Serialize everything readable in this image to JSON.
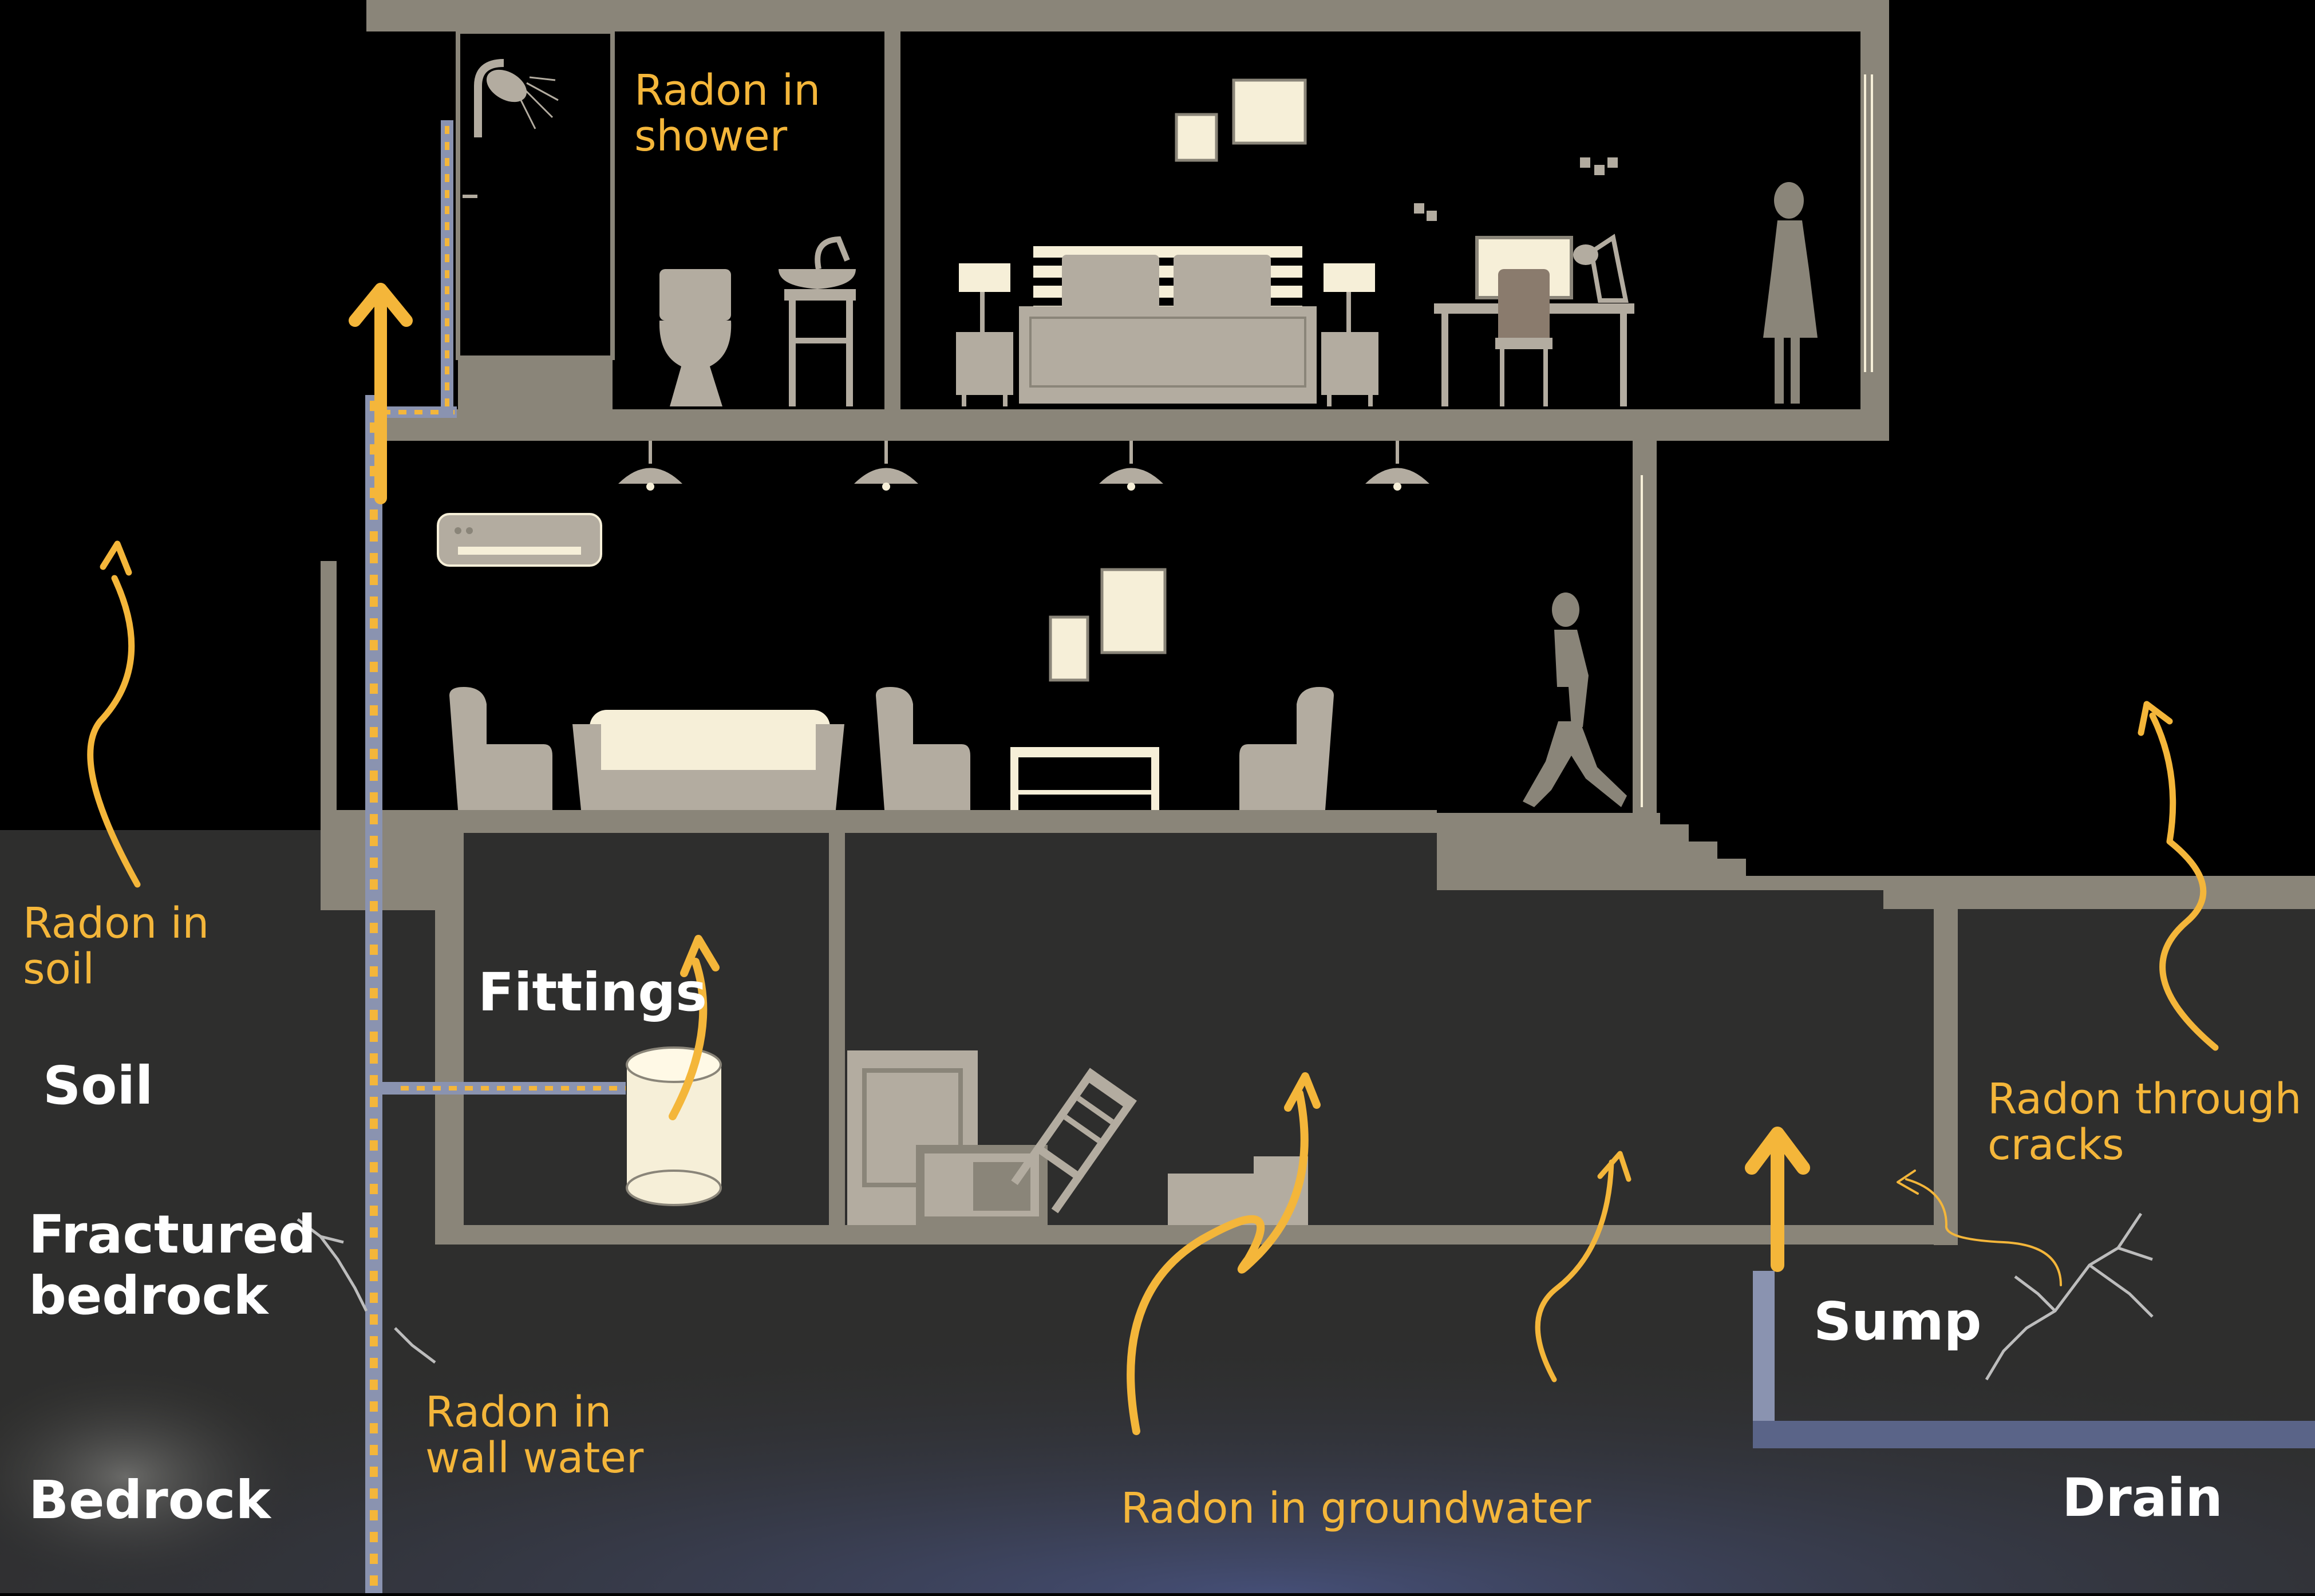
{
  "labels": {
    "radon_in_shower": [
      "Radon in",
      "shower"
    ],
    "radon_in_soil": [
      "Radon in",
      "soil"
    ],
    "soil": "Soil",
    "fractured_bedrock": [
      "Fractured",
      "bedrock"
    ],
    "bedrock": "Bedrock",
    "radon_in_wall_water": [
      "Radon in",
      "wall water"
    ],
    "fittings": "Fittings",
    "radon_in_groundwater": "Radon in groundwater",
    "sump": "Sump",
    "drain": "Drain",
    "radon_through_cracks": [
      "Radon through",
      "cracks"
    ]
  },
  "colors": {
    "background": "#000000",
    "wall": "#8a8579",
    "furniture": "#b3aca0",
    "frame": "#f6efd8",
    "ground": "#2e2e2d",
    "groundwater": "#3c4666",
    "pipe": "#8a93b0",
    "accent": "#f4b63a",
    "label_white": "#ffffff"
  }
}
